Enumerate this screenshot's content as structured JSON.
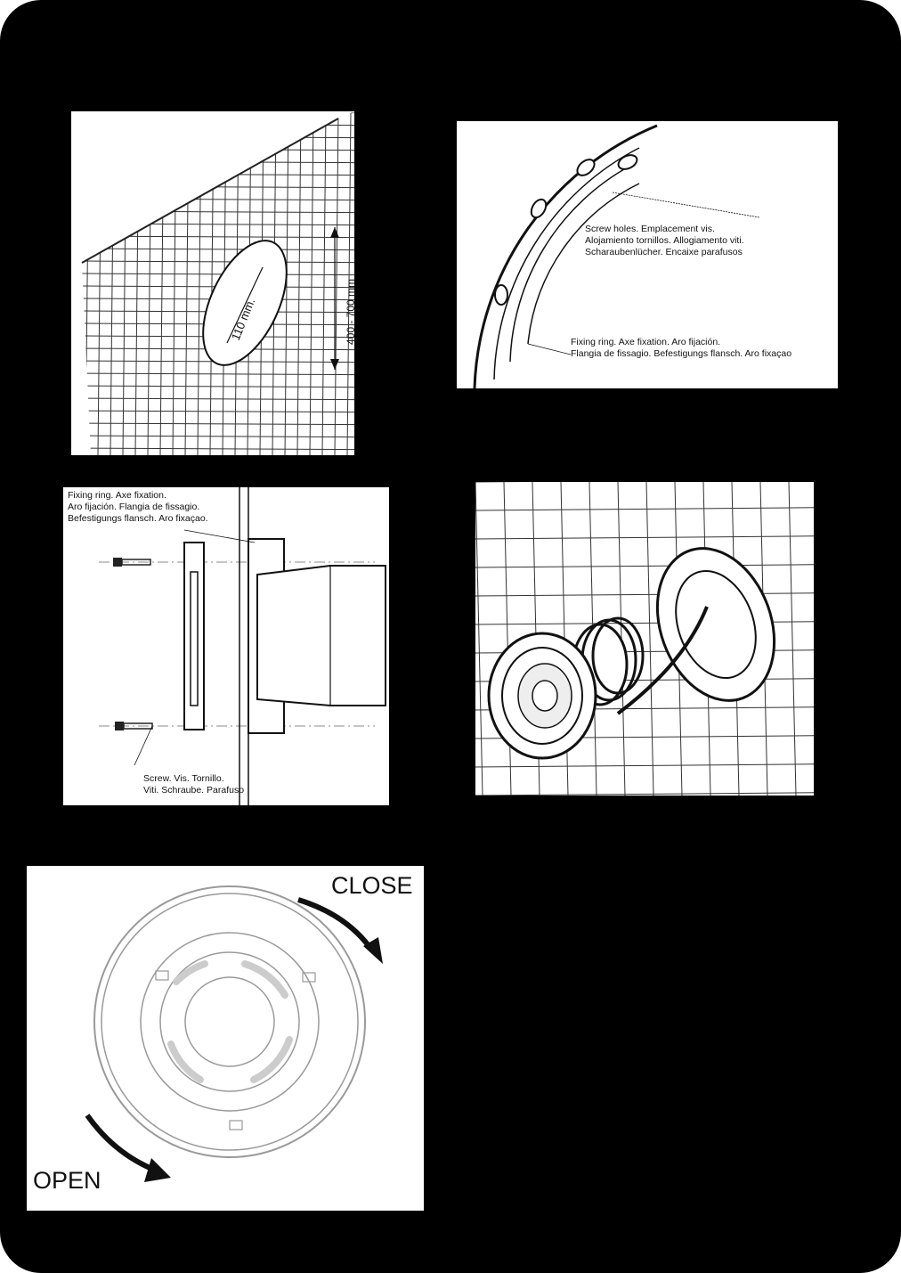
{
  "figure1": {
    "diameter_label": "110 mm.",
    "height_label": "400 - 700 mm"
  },
  "figure2": {
    "screw_holes_lines": [
      "Screw holes. Emplacement vis.",
      "Alojamiento tornillos. Allogiamento viti.",
      "Scharaubenlücher. Encaixe parafusos"
    ],
    "fixing_ring_lines": [
      "Fixing ring. Axe fixation. Aro fijación.",
      "Flangia de fissagio. Befestigungs flansch. Aro fixaçao"
    ]
  },
  "figure3": {
    "fixing_ring_lines": [
      "Fixing ring. Axe fixation.",
      "Aro fijación. Flangia de fissagio.",
      "Befestigungs flansch. Aro fixaçao."
    ],
    "screw_lines": [
      "Screw. Vis. Tornillo.",
      "Viti. Schraube. Parafuso"
    ]
  },
  "figure5": {
    "close_label": "CLOSE",
    "open_label": "OPEN"
  }
}
